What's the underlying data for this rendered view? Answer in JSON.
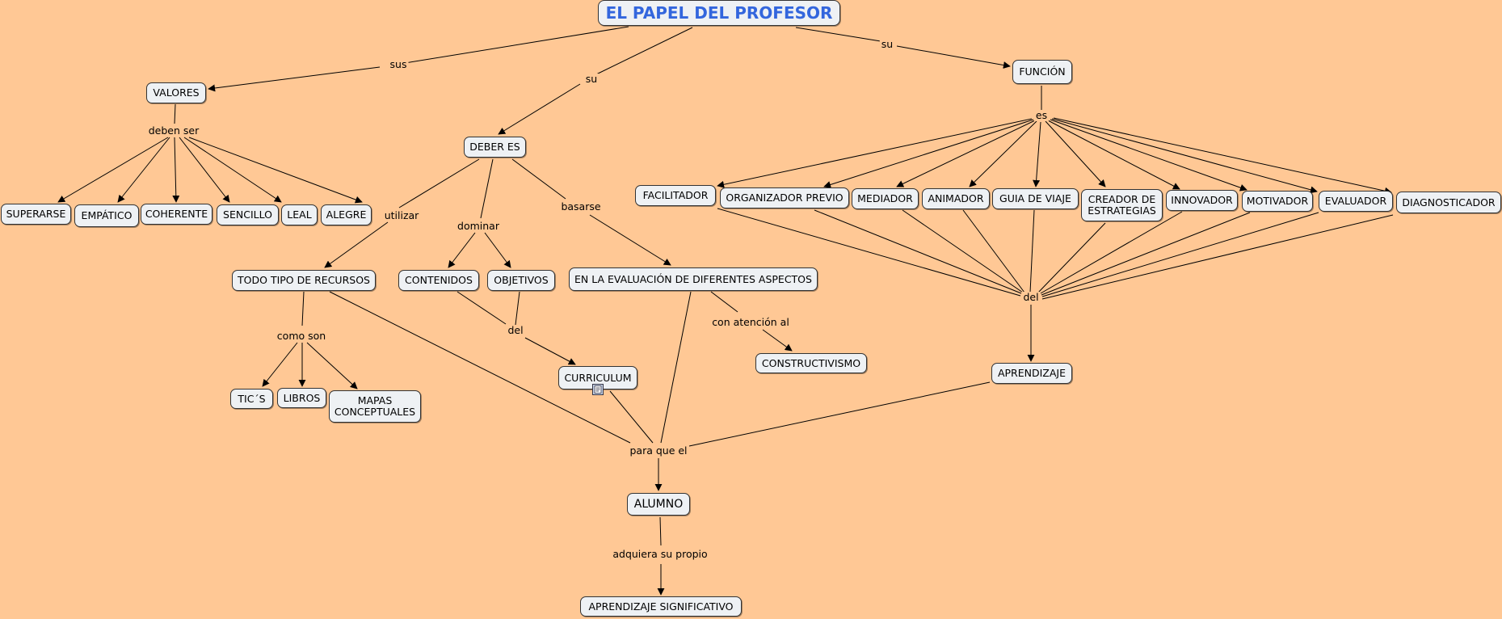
{
  "colors": {
    "background": "#FFC895",
    "node_fill": "#EEF1F4",
    "title_text": "#3366DD",
    "line": "#000000"
  },
  "nodes": {
    "title": "EL PAPEL DEL PROFESOR",
    "valores": "VALORES",
    "deber_es": "DEBER ES",
    "funcion": "FUNCIÓN",
    "superarse": "SUPERARSE",
    "empatico": "EMPÁTICO",
    "coherente": "COHERENTE",
    "sencillo": "SENCILLO",
    "leal": "LEAL",
    "alegre": "ALEGRE",
    "todo_tipo": "TODO TIPO DE RECURSOS",
    "contenidos": "CONTENIDOS",
    "objetivos": "OBJETIVOS",
    "evaluacion": "EN LA EVALUACIÓN DE DIFERENTES ASPECTOS",
    "tics": "TIC´S",
    "libros": "LIBROS",
    "mapas": "MAPAS\nCONCEPTUALES",
    "curriculum": "CURRICULUM",
    "constructivismo": "CONSTRUCTIVISMO",
    "facilitador": "FACILITADOR",
    "organizador": "ORGANIZADOR PREVIO",
    "mediador": "MEDIADOR",
    "animador": "ANIMADOR",
    "guia": "GUIA DE VIAJE",
    "creador": "CREADOR DE\nESTRATEGIAS",
    "innovador": "INNOVADOR",
    "motivador": "MOTIVADOR",
    "evaluador": "EVALUADOR",
    "diagnosticador": "DIAGNOSTICADOR",
    "aprendizaje": "APRENDIZAJE",
    "alumno": "ALUMNO",
    "aprendizaje_sig": "APRENDIZAJE SIGNIFICATIVO"
  },
  "links": {
    "sus": "sus",
    "su_deber": "su",
    "su_funcion": "su",
    "deben_ser": "deben ser",
    "utilizar": "utilizar",
    "dominar": "dominar",
    "basarse": "basarse",
    "es": "es",
    "como_son": "como son",
    "del_curr": "del",
    "con_atencion": "con atención al",
    "del_func": "del",
    "para_que": "para que el",
    "adquiera": "adquiera su propio"
  },
  "icons": {
    "curriculum_resource": "document-icon"
  }
}
